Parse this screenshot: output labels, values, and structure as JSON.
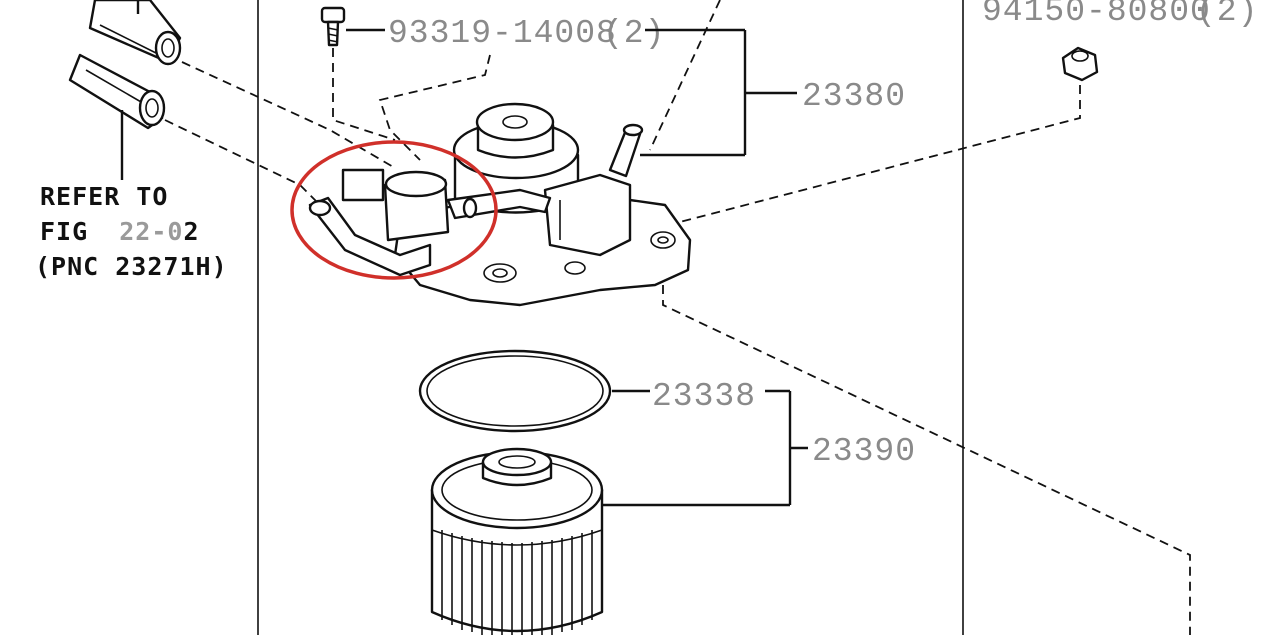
{
  "diagram": {
    "labels": {
      "bolt": "93319-14008",
      "bolt_qty": "(2)",
      "nut": "94150-80800",
      "nut_qty": "(2)",
      "filter_assy": "23380",
      "gasket": "23338",
      "element": "23390"
    },
    "reference": {
      "line1": "REFER TO",
      "line2_prefix": "FIG ",
      "line2_fig": "22-0",
      "line2_suffix": "2",
      "line3": "(PNC 23271H)"
    },
    "highlight_color": "#d0302a"
  }
}
